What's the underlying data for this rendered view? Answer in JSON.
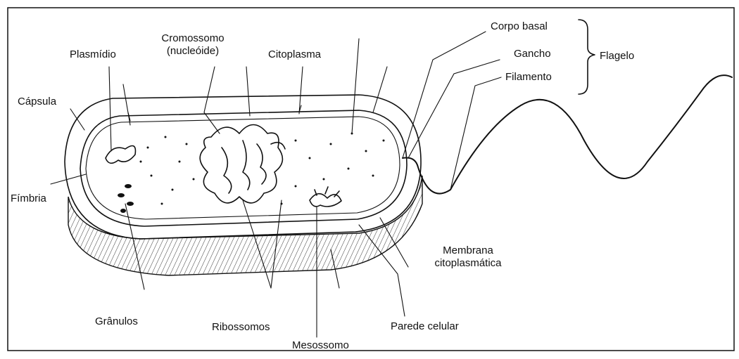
{
  "labels": {
    "cromossomo_line1": "Cromossomo",
    "cromossomo_line2": "(nucleóide)",
    "plasmidio": "Plasmídio",
    "citoplasma": "Citoplasma",
    "capsula": "Cápsula",
    "fimbria": "Fímbria",
    "corpo_basal": "Corpo basal",
    "gancho": "Gancho",
    "filamento": "Filamento",
    "flagelo": "Flagelo",
    "membrana_line1": "Membrana",
    "membrana_line2": "citoplasmática",
    "granulos": "Grânulos",
    "ribossomos": "Ribossomos",
    "parede_celular": "Parede celular",
    "mesossomo": "Mesossomo"
  }
}
